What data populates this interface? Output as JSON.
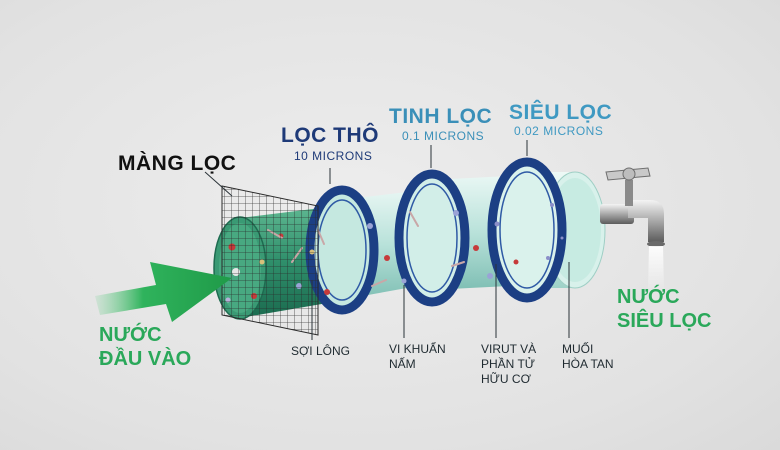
{
  "membrane": {
    "title": "MÀNG LỌC"
  },
  "stages": [
    {
      "title": "LỌC THÔ",
      "sub": "10 MICRONS"
    },
    {
      "title": "TINH LỌC",
      "sub": "0.1 MICRONS"
    },
    {
      "title": "SIÊU LỌC",
      "sub": "0.02 MICRONS"
    }
  ],
  "input_water": {
    "line1": "NƯỚC",
    "line2": "ĐẦU VÀO"
  },
  "output_water": {
    "line1": "NƯỚC",
    "line2": "SIÊU LỌC"
  },
  "removed": [
    {
      "line1": "SỢI LÔNG",
      "line2": ""
    },
    {
      "line1": "VI KHUẨN",
      "line2": "NẤM"
    },
    {
      "line1": "VIRUT VÀ",
      "line2": "PHẦN TỬ",
      "line3": "HỮU CƠ"
    },
    {
      "line1": "MUỐI",
      "line2": "HÒA TAN"
    }
  ],
  "colors": {
    "coarse_title": "#1e3a78",
    "fine_title": "#3a8fb8",
    "ultra_title": "#3f99c2",
    "green": "#2aa85a",
    "ring_blue": "#1c3f84"
  }
}
